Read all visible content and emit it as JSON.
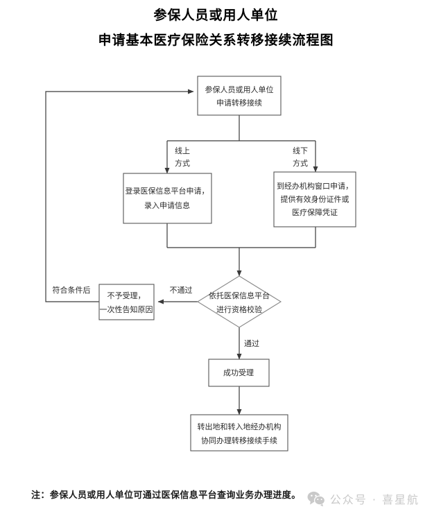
{
  "document": {
    "title_line1": "参保人员或用人单位",
    "title_line2": "申请基本医疗保险关系转移接续流程图",
    "footer_note": "注：参保人员或用人单位可通过医保信息平台查询业务办理进度。"
  },
  "flowchart": {
    "type": "flowchart",
    "nodes": {
      "start": {
        "shape": "box",
        "line1": "参保人员或用人单位",
        "line2": "申请转移接续"
      },
      "online": {
        "shape": "box",
        "line1": "登录医保信息平台申请，",
        "line2": "录入申请信息"
      },
      "offline": {
        "shape": "box",
        "line1": "到经办机构窗口申请，",
        "line2": "提供有效身份证件或",
        "line3": "医疗保障凭证"
      },
      "verify": {
        "shape": "diamond",
        "line1": "依托医保信息平台",
        "line2": "进行资格校验"
      },
      "reject": {
        "shape": "box",
        "line1": "不予受理，",
        "line2": "一次性告知原因"
      },
      "accept": {
        "shape": "box",
        "line1": "成功受理"
      },
      "handle": {
        "shape": "box",
        "line1": "转出地和转入地经办机构",
        "line2": "协同办理转移接续手续"
      }
    },
    "edge_labels": {
      "online_branch_l1": "线上",
      "online_branch_l2": "方式",
      "offline_branch_l1": "线下",
      "offline_branch_l2": "方式",
      "fail": "不通过",
      "pass": "通过",
      "retry": "符合条件后"
    }
  },
  "watermark": {
    "icon": "wechat-icon",
    "text": "公众号 · 喜星航"
  },
  "colors": {
    "page_background": "#ffffff",
    "box_stroke": "#555555",
    "diamond_stroke": "#888888",
    "connector": "#3a3a3a",
    "text": "#2b2b2b",
    "title_text": "#000000",
    "watermark": "#c9c9c9"
  }
}
